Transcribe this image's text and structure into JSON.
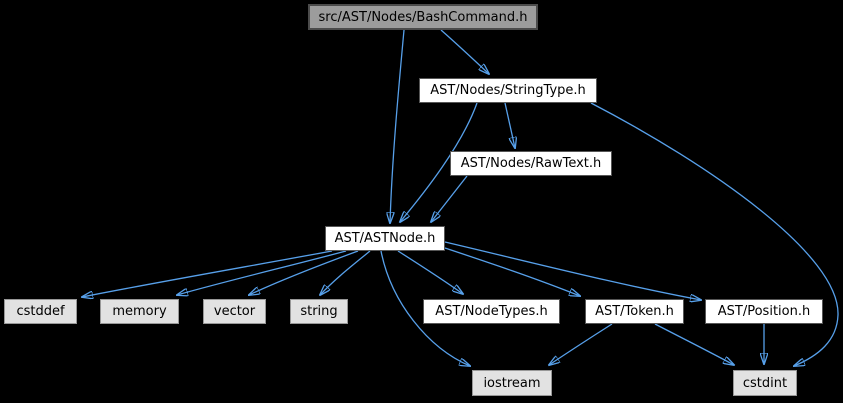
{
  "diagram": {
    "type": "include-dependency-graph",
    "root_file": "src/AST/Nodes/BashCommand.h",
    "colors": {
      "background": "#000000",
      "edge": "#57a0ea",
      "root_fill": "#9c9c9c",
      "node_fill": "#ffffff",
      "leaf_fill": "#e2e2e2",
      "text": "#000000"
    },
    "nodes": {
      "bashcommand": {
        "label": "src/AST/Nodes/BashCommand.h"
      },
      "stringtype": {
        "label": "AST/Nodes/StringType.h"
      },
      "rawtext": {
        "label": "AST/Nodes/RawText.h"
      },
      "astnode": {
        "label": "AST/ASTNode.h"
      },
      "cstddef": {
        "label": "cstddef"
      },
      "memory": {
        "label": "memory"
      },
      "vector": {
        "label": "vector"
      },
      "string": {
        "label": "string"
      },
      "nodetypes": {
        "label": "AST/NodeTypes.h"
      },
      "token": {
        "label": "AST/Token.h"
      },
      "position": {
        "label": "AST/Position.h"
      },
      "iostream": {
        "label": "iostream"
      },
      "cstdint": {
        "label": "cstdint"
      }
    },
    "edges": [
      {
        "from": "bashcommand",
        "to": "stringtype"
      },
      {
        "from": "bashcommand",
        "to": "astnode"
      },
      {
        "from": "stringtype",
        "to": "rawtext"
      },
      {
        "from": "stringtype",
        "to": "astnode"
      },
      {
        "from": "stringtype",
        "to": "cstdint"
      },
      {
        "from": "rawtext",
        "to": "astnode"
      },
      {
        "from": "astnode",
        "to": "cstddef"
      },
      {
        "from": "astnode",
        "to": "memory"
      },
      {
        "from": "astnode",
        "to": "vector"
      },
      {
        "from": "astnode",
        "to": "string"
      },
      {
        "from": "astnode",
        "to": "iostream"
      },
      {
        "from": "astnode",
        "to": "nodetypes"
      },
      {
        "from": "astnode",
        "to": "token"
      },
      {
        "from": "astnode",
        "to": "position"
      },
      {
        "from": "token",
        "to": "iostream"
      },
      {
        "from": "token",
        "to": "cstdint"
      },
      {
        "from": "position",
        "to": "cstdint"
      }
    ]
  }
}
